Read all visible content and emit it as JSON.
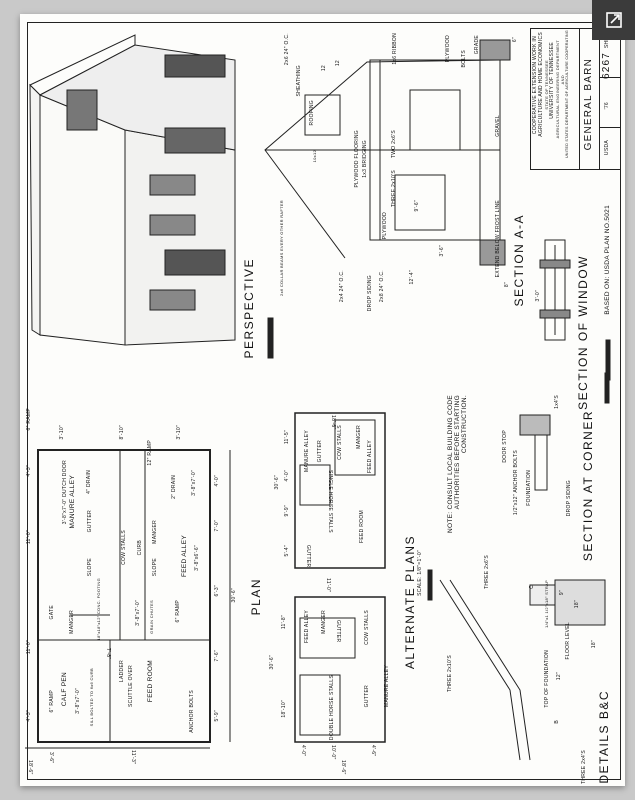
{
  "viewer": {
    "expand_icon": "expand-icon"
  },
  "title_block": {
    "lines": [
      "COOPERATIVE EXTENSION WORK IN",
      "AGRICULTURE AND HOME ECONOMICS",
      "STATE OF TENNESSEE",
      "UNIVERSITY OF TENNESSEE",
      "AGRICULTURAL ENGINEERING DEPARTMENT",
      "AND",
      "UNITED STATES DEPARTMENT OF AGRICULTURE COOPERATING"
    ],
    "title": "GENERAL BARN",
    "agency": "USDA",
    "year": "'76",
    "plan_number": "6267",
    "sheet_label": "SHEET"
  },
  "based_on": "BASED ON: USDA PLAN NO.5021",
  "section_titles": {
    "perspective": "PERSPECTIVE",
    "section_aa": "SECTION A-A",
    "section_window": "SECTION OF WINDOW",
    "plan": "PLAN",
    "alternate_plans": "ALTERNATE PLANS",
    "alternate_scale": "SCALE: 1/8\"=1'-0\"",
    "section_corner": "SECTION AT CORNER",
    "details_bc": "DETAILS B&C"
  },
  "note": [
    "NOTE: CONSULT LOCAL BUILDING CODE",
    "AUTHORITIES BEFORE STARTING",
    "CONSTRUCTION."
  ],
  "section_aa_labels": [
    "ROOFING",
    "SHEATHING",
    "2x6 24\" O.C.",
    "12",
    "12",
    "1x6 RIBBON",
    "PLYWOOD",
    "BOLTS",
    "GRADE",
    "2x6 COLLAR BEAMS EVERY OTHER RAFTER",
    "10x12",
    "PLYWOOD FLOORING",
    "1x3 BRIDGING",
    "TWO 2x6'S",
    "THREE 2x10'S",
    "PLYWOOD",
    "2x4 24\" O.C.",
    "DROP SIDING",
    "2x8 24\" O.C.",
    "12'-4\"",
    "3'-6\"",
    "9'-6\"",
    "EXTEND BELOW FROST LINE",
    "GRAVEL",
    "6\"",
    "8\""
  ],
  "window_labels": [
    "3'-0\""
  ],
  "plan_labels": [
    "6\" RAMP",
    "3'-10\"",
    "8'-10\"",
    "3'-10\"",
    "12\" RAMP",
    "3'-8\"x7'-0\" DUTCH DOOR",
    "MANURE ALLEY",
    "4\" DRAIN",
    "GUTTER",
    "COW STALLS",
    "CURB",
    "MANGER",
    "SLOPE",
    "SLOPE",
    "2\" DRAIN",
    "FEED ALLEY",
    "3'-8\"x6'-6\"",
    "3'-8\"x7'-0\"",
    "18\"x18\"x12\" CONC. FOOTING",
    "GATE",
    "MANGER",
    "GRAIN CHUTES",
    "6\" RAMP",
    "3'-8\"x7'-0\"",
    "CALF PEN",
    "6\" RAMP",
    "3'-8\"x7'-0\"",
    "SILL BOLTED TO 6x6 CURB",
    "LADDER",
    "SCUTTLE OVER",
    "FEED ROOM",
    "ANCHOR BOLTS",
    "4'-3\"",
    "11'-0\"",
    "11'-0\"",
    "4'-3\"",
    "4'-0\"",
    "7'-0\"",
    "6'-3\"",
    "7'-6\"",
    "5'-9\"",
    "30'-6\"",
    "18'-6\"",
    "11'-3\"",
    "3'-6\"",
    "7'-8\""
  ],
  "alternate_labels": [
    "MANURE ALLEY",
    "GUTTER",
    "COW STALLS",
    "MANGER",
    "FEED ALLEY",
    "SINGLE HORSE STALLS",
    "GUTTER",
    "FEED ROOM",
    "30'-6\"",
    "5'-4\"",
    "9'-9\"",
    "4'-0\"",
    "11'-5\"",
    "18'-6\"",
    "11'-0\"",
    "FEED ALLEY",
    "MANGER",
    "GUTTER",
    "COW STALLS",
    "MANURE ALLEY",
    "DOUBLE HORSE STALLS",
    "GUTTER",
    "30'-6\"",
    "18'-10\"",
    "11'-8\"",
    "18'-6\"",
    "4'-0\"",
    "10'-0\"",
    "4'-6\""
  ],
  "corner_labels": [
    "1x4'S",
    "DOOR STOP",
    "1/2\"x12\" ANCHOR BOLTS",
    "FOUNDATION",
    "DROP SIDING"
  ],
  "details_labels": [
    "THREE 2x6'S",
    "THREE 2x10'S",
    "C",
    "1/4\"x1 1/2\"x18\" STRAP",
    "9\"",
    "18\"",
    "18\"",
    "12\"",
    "TOP OF FOUNDATION",
    "FLOOR LEVEL",
    "B",
    "THREE 2x4'S"
  ]
}
